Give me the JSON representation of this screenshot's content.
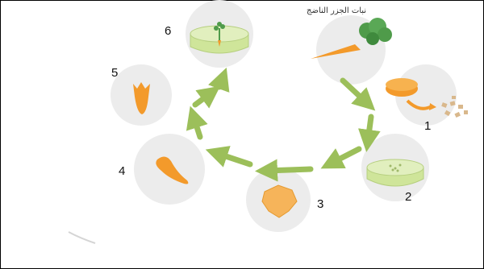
{
  "labels": {
    "mature_plant": "نبات الجزر الناضج",
    "step1": "1",
    "step2": "2",
    "step3": "3",
    "step4": "4",
    "step5": "5",
    "step6": "6"
  },
  "colors": {
    "arrow": "#9cbf5a",
    "circle_bg": "#ececec",
    "carrot": "#f39a2b",
    "agar": "#cfe59a",
    "leaf": "#4f9b4a"
  },
  "icons": [
    "carrot-plant-icon",
    "carrot-slice-icon",
    "petri-dish-icon",
    "callus-icon",
    "embryo-icon",
    "plantlet-icon",
    "cultured-plant-dish-icon"
  ]
}
